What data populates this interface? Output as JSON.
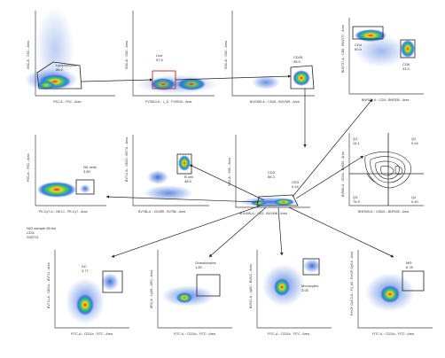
{
  "panels": [
    {
      "id": "lymphocytes",
      "xlabel": "FSC-A :: FSC - Area",
      "ylabel": "SSC-A :: SSC - Area",
      "gates": [
        {
          "name": "Lymphocytes",
          "value": "86.9"
        }
      ]
    },
    {
      "id": "live",
      "xlabel": "FVS510-A :: L_D - FVS510 - Area",
      "ylabel": "SSC-A :: SSC - Area",
      "gates": [
        {
          "name": "Live",
          "value": "97.5"
        }
      ]
    },
    {
      "id": "cd45",
      "xlabel": "BUV395-A :: CD45 - BUV395 - Area",
      "ylabel": "SSC-A :: SSC - Area",
      "gates": [
        {
          "name": "CD45",
          "value": "98.9"
        }
      ]
    },
    {
      "id": "cd4cd8",
      "xlabel": "BNF530-A :: CD4 - BNF530 - Area",
      "ylabel": "BUV737-A :: CD8 - BUV737 - Area",
      "gates": [
        {
          "name": "CD4",
          "value": "60.5"
        },
        {
          "name": "CD8",
          "value": "33.3"
        }
      ]
    },
    {
      "id": "nkcells",
      "xlabel": "PE-Cy7-A :: NK1.1 - PE-Cy7 - Area",
      "ylabel": "FSC-A :: FSC - Area",
      "gates": [
        {
          "name": "NK cells",
          "value": "3.83"
        }
      ]
    },
    {
      "id": "bcell",
      "xlabel": "BV786-A :: CD45R - BV786 - Area",
      "ylabel": "BV711-A :: CD19 - BV711 - Area",
      "gates": [
        {
          "name": "B cell",
          "value": "48.5"
        }
      ]
    },
    {
      "id": "cd3",
      "xlabel": "BUV496-A :: CD3 - BUV496 - Area",
      "ylabel": "SSC-A :: SSC - Area",
      "gates": [
        {
          "name": "CD3",
          "value": "58.3"
        },
        {
          "name": "CD3",
          "value": "0.44"
        }
      ]
    },
    {
      "id": "quad",
      "xlabel": "BNF605-A :: CD62L - BNF605 - Area",
      "ylabel": "BV650-A :: CD44 - BV650 - Area",
      "gates": [
        {
          "name": "Q1",
          "value": "16.1"
        },
        {
          "name": "Q2",
          "value": "0.44"
        },
        {
          "name": "Q3",
          "value": "76.9"
        },
        {
          "name": "Q4",
          "value": "0.40"
        }
      ]
    },
    {
      "id": "dc",
      "xlabel": "FITC-A :: CD11b - FITC - Area",
      "ylabel": "BV711-A :: CD11c - BV711 - Area",
      "gates": [
        {
          "name": "DC",
          "value": "3.77"
        }
      ]
    },
    {
      "id": "granulocytes",
      "xlabel": "FITC-A :: CD11b - FITC - Area",
      "ylabel": "APC-A :: Ly6G - APC - Area",
      "gates": [
        {
          "name": "Granulocytes",
          "value": "1.82"
        }
      ]
    },
    {
      "id": "monocytes",
      "xlabel": "FITC-A :: CD11b - FITC - Area",
      "ylabel": "BV421-A :: Ly6C - BV421 - Area",
      "gates": [
        {
          "name": "Monocytes",
          "value": "3.05"
        }
      ]
    },
    {
      "id": "mo",
      "xlabel": "FITC-A :: CD11b - FITC - Area",
      "ylabel": "PerCP-Cy5-5-A :: F4_80 - PerCP-Cy5-5 - Area",
      "gates": [
        {
          "name": "MΦ",
          "value": "8.78"
        }
      ]
    }
  ],
  "annotation": {
    "line1": "NIG sample 96.fcs",
    "line2": "CD3-",
    "line3": "206713"
  }
}
